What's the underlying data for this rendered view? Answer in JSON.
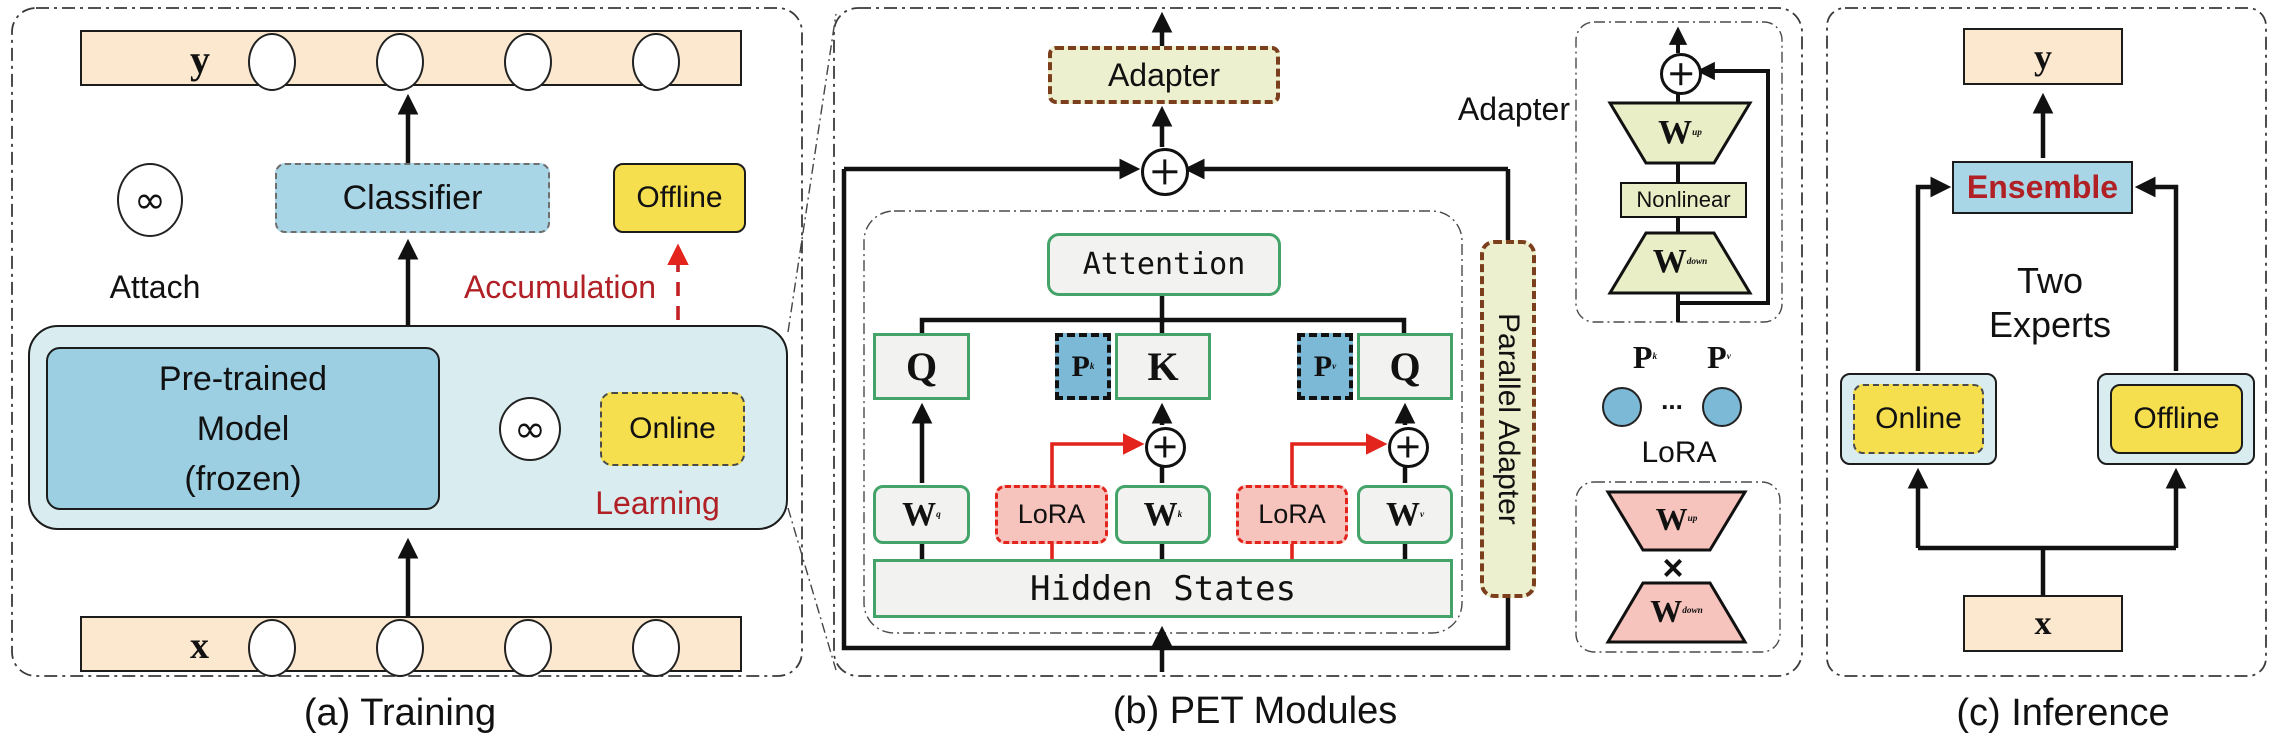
{
  "captions": {
    "a": "(a) Training",
    "b": "(b) PET Modules",
    "c": "(c) Inference"
  },
  "panel_a": {
    "y_label": "y",
    "x_label": "x",
    "infinity": "∞",
    "attach": "Attach",
    "accumulation": "Accumulation",
    "learning": "Learning",
    "classifier": "Classifier",
    "offline": "Offline",
    "online": "Online",
    "pretrained_lines": [
      "Pre-trained",
      "Model",
      "(frozen)"
    ]
  },
  "panel_b": {
    "adapter": "Adapter",
    "attention": "Attention",
    "hidden_states": "Hidden States",
    "parallel_adapter": "Parallel Adapter",
    "lora": "LoRA",
    "qkv": [
      {
        "main": "Q",
        "sub": ""
      },
      {
        "main": "P",
        "sub": "k"
      },
      {
        "main": "K",
        "sub": ""
      },
      {
        "main": "P",
        "sub": "v"
      },
      {
        "main": "Q",
        "sub": ""
      }
    ],
    "w": [
      {
        "main": "W",
        "sub": "q"
      },
      {
        "main": "W",
        "sub": "k"
      },
      {
        "main": "W",
        "sub": "v"
      }
    ]
  },
  "detail": {
    "adapter_label": "Adapter",
    "nonlinear": "Nonlinear",
    "w_up": {
      "main": "W",
      "sub": "up"
    },
    "w_down": {
      "main": "W",
      "sub": "down"
    },
    "p_k": {
      "main": "P",
      "sub": "k"
    },
    "p_v": {
      "main": "P",
      "sub": "v"
    },
    "dots": "...",
    "lora_label": "LoRA",
    "times": "×"
  },
  "panel_c": {
    "y_label": "y",
    "x_label": "x",
    "ensemble": "Ensemble",
    "two_experts": [
      "Two",
      "Experts"
    ],
    "online": "Online",
    "offline": "Offline"
  },
  "colors": {
    "peach": "#fce8cf",
    "light_blue": "#a9d6e7",
    "teal_container": "#d9edf0",
    "yellow": "#f6df4e",
    "khaki_adapter": "#edf0cf",
    "green_border": "#44a368",
    "steel_blue_prefix": "#7cb9d6",
    "pink_lora": "#f6c4bd",
    "red_accent": "#e3241d",
    "dark_red_text": "#b02025",
    "brown_dash": "#7b3f1d"
  }
}
